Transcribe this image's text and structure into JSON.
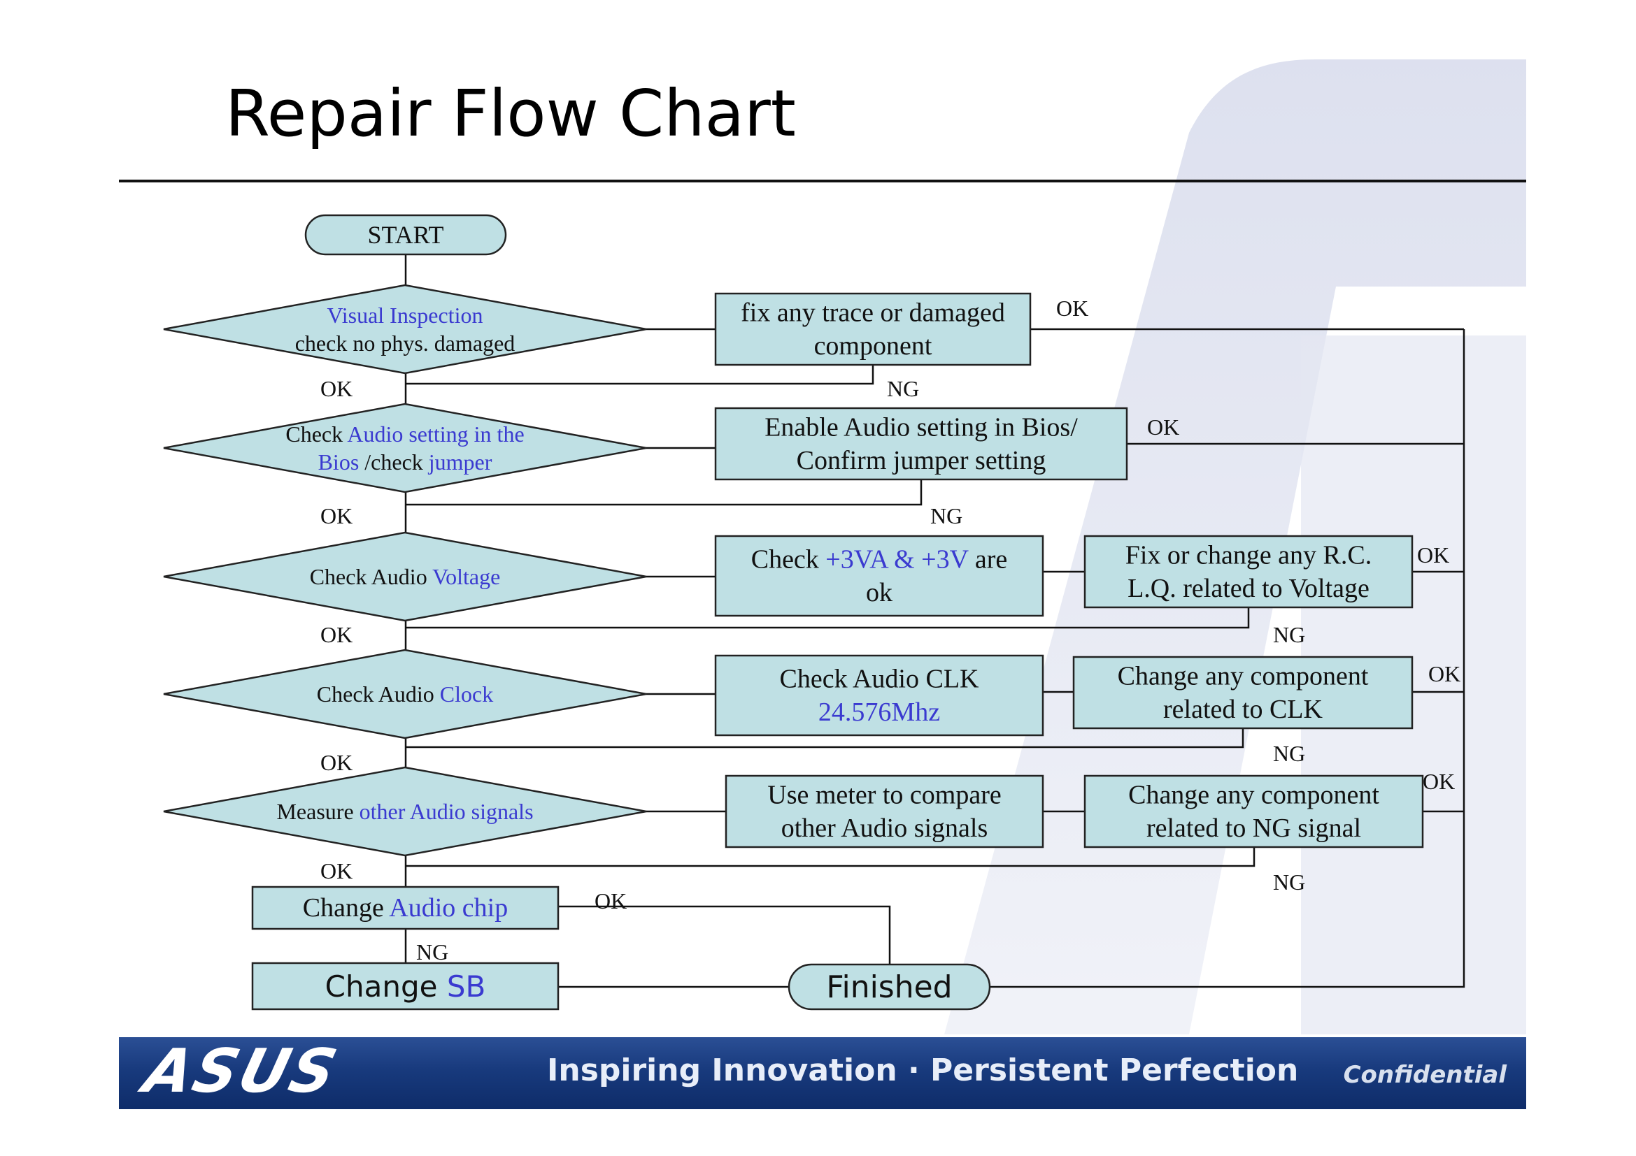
{
  "title": "Repair Flow Chart",
  "colors": {
    "box_fill": "#bfe0e4",
    "box_stroke": "#222222",
    "accent_text": "#3a3ad0",
    "normal_text": "#111111",
    "footer_blue": "#183a7d"
  },
  "footer": {
    "logo": "ASUS",
    "slogan": "Inspiring Innovation · Persistent Perfection",
    "confidential": "Confidential"
  },
  "nodes": {
    "start": {
      "type": "terminal",
      "lines": [
        [
          {
            "t": "START"
          }
        ]
      ]
    },
    "d1": {
      "type": "decision",
      "lines": [
        [
          {
            "t": "Visual Inspection",
            "a": true
          }
        ],
        [
          {
            "t": "check no phys. damaged"
          }
        ]
      ]
    },
    "d2": {
      "type": "decision",
      "lines": [
        [
          {
            "t": "Check "
          },
          {
            "t": "Audio setting in the",
            "a": true
          }
        ],
        [
          {
            "t": "Bios",
            "a": true
          },
          {
            "t": " /check "
          },
          {
            "t": "jumper",
            "a": true
          }
        ]
      ]
    },
    "d3": {
      "type": "decision",
      "lines": [
        [
          {
            "t": "Check Audio "
          },
          {
            "t": "Voltage",
            "a": true
          }
        ]
      ]
    },
    "d4": {
      "type": "decision",
      "lines": [
        [
          {
            "t": "Check Audio "
          },
          {
            "t": "Clock",
            "a": true
          }
        ]
      ]
    },
    "d5": {
      "type": "decision",
      "lines": [
        [
          {
            "t": "Measure "
          },
          {
            "t": "other Audio signals",
            "a": true
          }
        ]
      ]
    },
    "p1": {
      "type": "process",
      "lines": [
        [
          {
            "t": "fix any trace or damaged"
          }
        ],
        [
          {
            "t": "component"
          }
        ]
      ]
    },
    "p2": {
      "type": "process",
      "lines": [
        [
          {
            "t": "Enable Audio setting in Bios/"
          }
        ],
        [
          {
            "t": "Confirm jumper setting"
          }
        ]
      ]
    },
    "p3": {
      "type": "process",
      "lines": [
        [
          {
            "t": "Check "
          },
          {
            "t": "+3VA & +3V",
            "a": true
          },
          {
            "t": " are"
          }
        ],
        [
          {
            "t": "ok"
          }
        ]
      ]
    },
    "p3b": {
      "type": "process",
      "lines": [
        [
          {
            "t": "Fix or change any R.C."
          }
        ],
        [
          {
            "t": "L.Q. related to Voltage"
          }
        ]
      ]
    },
    "p4": {
      "type": "process",
      "lines": [
        [
          {
            "t": "Check Audio CLK"
          }
        ],
        [
          {
            "t": "24.576Mhz",
            "a": true
          }
        ]
      ]
    },
    "p4b": {
      "type": "process",
      "lines": [
        [
          {
            "t": "Change any component"
          }
        ],
        [
          {
            "t": "related to CLK"
          }
        ]
      ]
    },
    "p5": {
      "type": "process",
      "lines": [
        [
          {
            "t": "Use meter to compare"
          }
        ],
        [
          {
            "t": "other Audio signals"
          }
        ]
      ]
    },
    "p5b": {
      "type": "process",
      "lines": [
        [
          {
            "t": "Change any component"
          }
        ],
        [
          {
            "t": "related to NG signal"
          }
        ]
      ]
    },
    "chip": {
      "type": "process",
      "lines": [
        [
          {
            "t": "Change "
          },
          {
            "t": "Audio chip",
            "a": true
          }
        ]
      ]
    },
    "sb": {
      "type": "process",
      "sans": true,
      "lines": [
        [
          {
            "t": "Change "
          },
          {
            "t": "SB",
            "a": true
          }
        ]
      ]
    },
    "finished": {
      "type": "terminal",
      "sans": true,
      "lines": [
        [
          {
            "t": "Finished"
          }
        ]
      ]
    }
  },
  "edge_labels": {
    "d1_ok": "OK",
    "d2_ok": "OK",
    "d3_ok": "OK",
    "d4_ok": "OK",
    "d5_ok": "OK",
    "p1_ok": "OK",
    "p1_ng": "NG",
    "p2_ok": "OK",
    "p2_ng": "NG",
    "p3b_ok": "OK",
    "p3b_ng": "NG",
    "p4b_ok": "OK",
    "p4b_ng": "NG",
    "p5b_ok": "OK",
    "p5b_ng": "NG",
    "chip_ok": "OK",
    "chip_ng": "NG"
  }
}
